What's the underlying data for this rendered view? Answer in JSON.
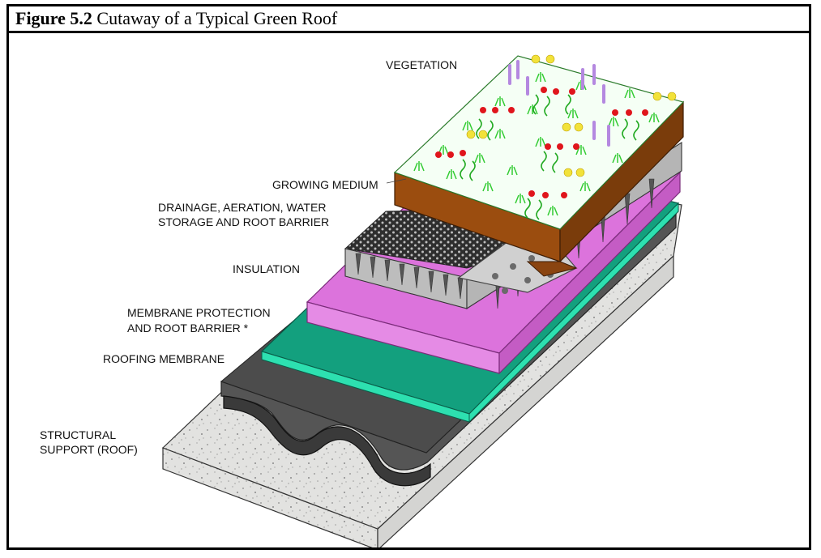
{
  "figure": {
    "number": "Figure 5.2",
    "caption": "Cutaway of a Typical Green Roof"
  },
  "layers": {
    "vegetation": "VEGETATION",
    "growing_medium": "GROWING MEDIUM",
    "drainage_line1": "DRAINAGE, AERATION, WATER",
    "drainage_line2": "STORAGE AND ROOT BARRIER",
    "insulation": "INSULATION",
    "membrane_protection_line1": "MEMBRANE PROTECTION",
    "membrane_protection_line2": "AND ROOT BARRIER  *",
    "roofing_membrane": "ROOFING MEMBRANE",
    "structural_line1": "STRUCTURAL",
    "structural_line2": "SUPPORT (ROOF)"
  },
  "colors": {
    "concrete": "#e2e2e0",
    "concrete_dark": "#cfcfcd",
    "membrane": "#5a5a5a",
    "protection": "#13a07e",
    "protection_edge": "#2de0b0",
    "insulation": "#dc73dc",
    "insulation_edge": "#c45cc4",
    "drainage": "#b9b9b9",
    "drainage_mesh": "#3a3a3a",
    "soil": "#9b4d0f",
    "soil_dark": "#7a3c0b",
    "grass": "#33cc33",
    "flower_red": "#e0151c",
    "flower_yellow": "#f2e23a",
    "flower_purple": "#b488e0"
  }
}
